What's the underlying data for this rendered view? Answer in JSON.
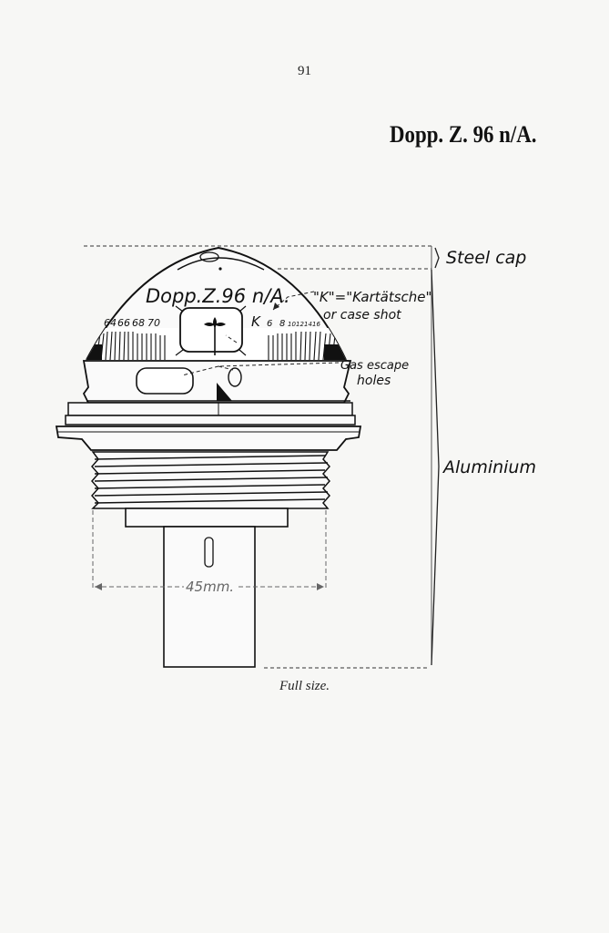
{
  "page_number": "91",
  "heading": "Dopp. Z. 96 n/A.",
  "caption": "Full size.",
  "diagram": {
    "labels": {
      "steel_cap": "Steel cap",
      "aluminium": "Aluminium",
      "kartatsche": "\"K\"=\"Kartätsche\"",
      "case_shot": "or case shot",
      "gas_escape": "Gas escape",
      "holes": "holes",
      "fuze_marking": "Dopp.Z.96 n/A.",
      "dimension": "45mm.",
      "k_mark": "K"
    },
    "scale_left": [
      "64",
      "66",
      "68",
      "70"
    ],
    "scale_right": [
      "6",
      "8",
      "10",
      "12",
      "14",
      "16"
    ]
  }
}
